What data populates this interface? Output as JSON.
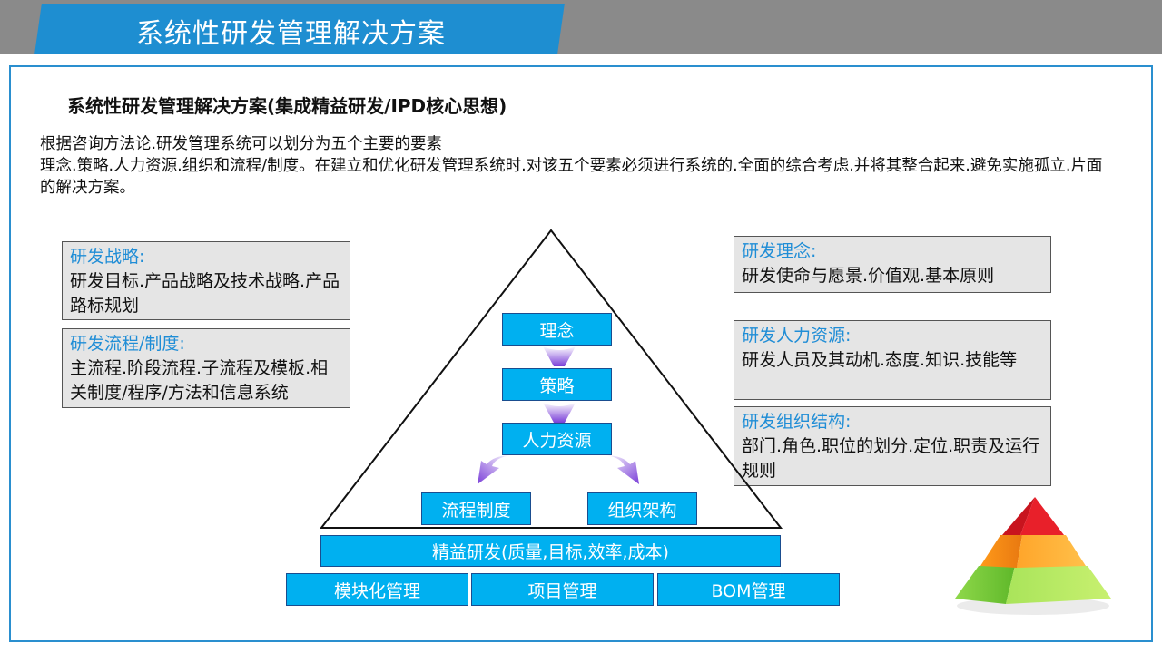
{
  "title": "系统性研发管理解决方案",
  "heading": "系统性研发管理解决方案(集成精益研发/IPD核心思想)",
  "intro": {
    "line1": "根据咨询方法论.研发管理系统可以划分为五个主要的要素",
    "line2": "理念.策略.人力资源.组织和流程/制度。在建立和优化研发管理系统时.对该五个要素必须进行系统的.全面的综合考虑.并将其整合起来.避免实施孤立.片面的解决方案。"
  },
  "left_boxes": [
    {
      "title": "研发战略:",
      "body": "研发目标.产品战略及技术战略.产品路标规划"
    },
    {
      "title": "研发流程/制度:",
      "body": "主流程.阶段流程.子流程及模板.相关制度/程序/方法和信息系统"
    }
  ],
  "right_boxes": [
    {
      "title": "研发理念:",
      "body": "研发使命与愿景.价值观.基本原则"
    },
    {
      "title": "研发人力资源:",
      "body": "研发人员及其动机.态度.知识.技能等"
    },
    {
      "title": "研发组织结构:",
      "body": "部门.角色.职位的划分.定位.职责及运行规则"
    }
  ],
  "pyramid_nodes": {
    "concept": "理念",
    "strategy": "策略",
    "hr": "人力资源",
    "process": "流程制度",
    "org": "组织架构"
  },
  "base_bar": "精益研发(质量,目标,效率,成本)",
  "foundation": [
    "模块化管理",
    "项目管理",
    "BOM管理"
  ],
  "colors": {
    "accent": "#1e8ed1",
    "node": "#00b0f0",
    "box": "#e5e5e5",
    "box_title": "#1f8dd6"
  }
}
